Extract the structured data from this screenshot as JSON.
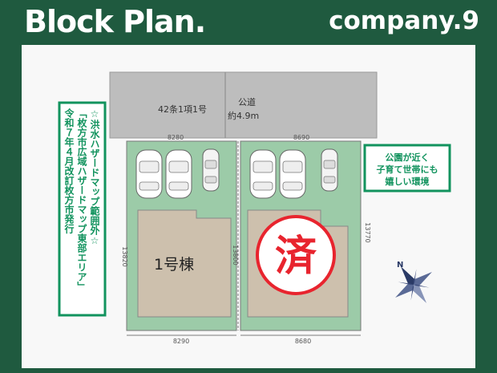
{
  "header": {
    "title": "Block Plan.",
    "company": "company.9"
  },
  "road": {
    "clause": "42条1項1号",
    "type": "公道",
    "width": "約4.9m"
  },
  "dims": {
    "top_left": "8280",
    "top_right": "8690",
    "bottom_left": "8290",
    "bottom_right": "8680",
    "left_side": "13820",
    "middle": "13800",
    "right_side": "13770"
  },
  "lots": {
    "left_label": "1号棟",
    "sold_mark": "済"
  },
  "flood_note": [
    "☆洪水ハザードマップ範囲外☆",
    "「枚方市広域ハザードマップ東部エリア」",
    "令和７年４月改訂枚方市発行"
  ],
  "park_note": [
    "公園が近く",
    "子育て世帯にも",
    "嬉しい環境"
  ],
  "compass_label": "N",
  "colors": {
    "header_bg": "#1f5a3f",
    "lot_green": "#9ccba8",
    "road_gray": "#bdbdbd",
    "building": "#cdc0ad",
    "sold_red": "#e8242e",
    "note_green": "#12935e"
  }
}
